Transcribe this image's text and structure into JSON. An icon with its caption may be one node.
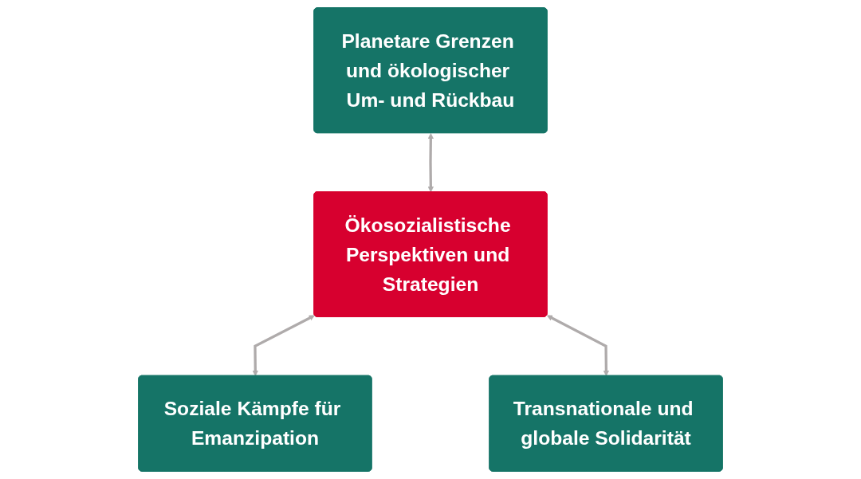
{
  "diagram": {
    "nodes": [
      {
        "text": [
          "Planetare Grenzen und ökologischer Um- und Rückbau"
        ]
      },
      {
        "text": [
          "Ökosozialistische Perspektiven und Strategien"
        ]
      },
      {
        "text": [
          "Soziale Kämpfe für Emanzipation"
        ]
      },
      {
        "text": [
          "Transnationale und globale Solidarität"
        ]
      }
    ],
    "edges": [
      {
        "from": 0,
        "to": 1,
        "arrow": "both"
      },
      {
        "from": 1,
        "to": 2,
        "arrow": "both"
      },
      {
        "from": 1,
        "to": 3,
        "arrow": "both"
      }
    ]
  }
}
